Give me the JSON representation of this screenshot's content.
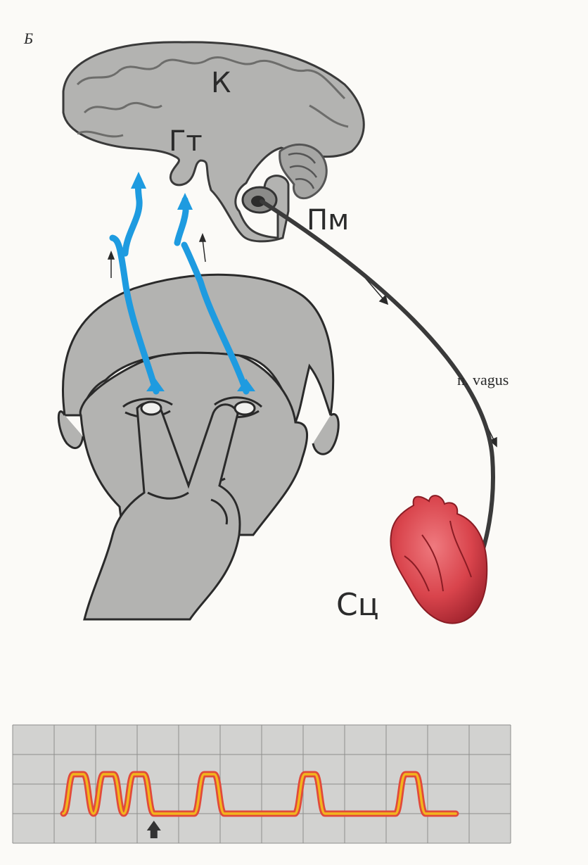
{
  "labels": {
    "figure": "Б",
    "cortex": "К",
    "hypothalamus": "Гт",
    "medulla": "Пм",
    "nerve": "n. vagus",
    "heart": "Сц"
  },
  "colors": {
    "brain": "#b3b3b1",
    "brain_line": "#3a3a3a",
    "afferent": "#1e9be0",
    "vagus": "#3a3a3a",
    "heart": "#d9444c",
    "trace_outer": "#e14a3a",
    "trace_inner": "#f2b51d",
    "grid_bg": "#d2d2d0",
    "grid_line": "#8e8e8c"
  },
  "chart_data": {
    "type": "line",
    "title": "",
    "xlabel": "",
    "ylabel": "",
    "grid": true,
    "x": [
      0,
      1,
      2,
      3,
      4,
      5,
      6,
      7,
      8,
      9,
      10,
      11,
      12,
      13,
      14,
      15,
      16,
      17,
      18,
      19,
      20,
      21,
      22,
      23,
      24,
      25,
      26,
      27,
      28,
      29,
      30,
      31,
      32,
      33,
      34,
      35,
      36,
      37,
      38,
      39
    ],
    "series": [
      {
        "values": [
          0,
          1,
          1,
          0,
          1,
          1,
          0,
          1,
          1,
          0,
          0,
          0,
          0,
          0,
          1,
          1,
          0,
          0,
          0,
          0,
          0,
          0,
          0,
          0,
          1,
          1,
          0,
          0,
          0,
          0,
          0,
          0,
          0,
          0,
          1,
          1,
          0,
          0,
          0,
          0
        ]
      }
    ],
    "annotations": [
      {
        "type": "arrow",
        "x": 9,
        "meaning": "eyeball pressure applied"
      }
    ]
  }
}
